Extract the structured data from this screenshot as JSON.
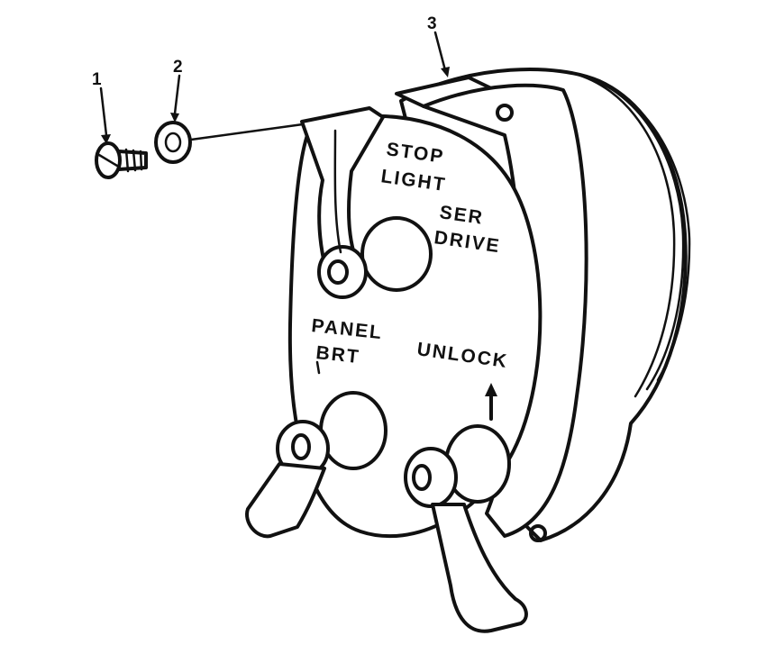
{
  "callouts": [
    {
      "number": "1",
      "part": "screw"
    },
    {
      "number": "2",
      "part": "lock-washer"
    },
    {
      "number": "3",
      "part": "switch-assembly"
    }
  ],
  "panel_labels": {
    "stop_light_line1": "STOP",
    "stop_light_line2": "LIGHT",
    "ser_drive_line1": "SER",
    "ser_drive_line2": "DRIVE",
    "panel_brt_line1": "PANEL",
    "panel_brt_line2": "BRT",
    "unlock": "UNLOCK"
  },
  "colors": {
    "ink": "#111111",
    "paper": "#ffffff"
  }
}
